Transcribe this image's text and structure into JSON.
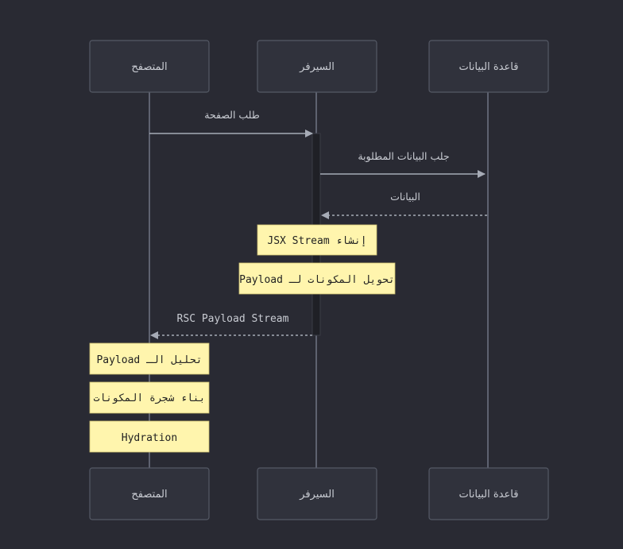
{
  "participants": {
    "browser": "المتصفح",
    "server": "السيرفر",
    "database": "قاعدة البيانات"
  },
  "messages": {
    "request_page": "طلب الصفحة",
    "fetch_data": "جلب البيانات المطلوبة",
    "data_return": "البيانات",
    "rsc_stream": "RSC Payload Stream"
  },
  "notes": {
    "create_jsx": "إنشاء JSX Stream",
    "convert_payload": "تحويل المكونات لـ Payload",
    "parse_payload": "تحليل الـ Payload",
    "build_tree": "بناء شجرة المكونات",
    "hydration": "Hydration"
  }
}
